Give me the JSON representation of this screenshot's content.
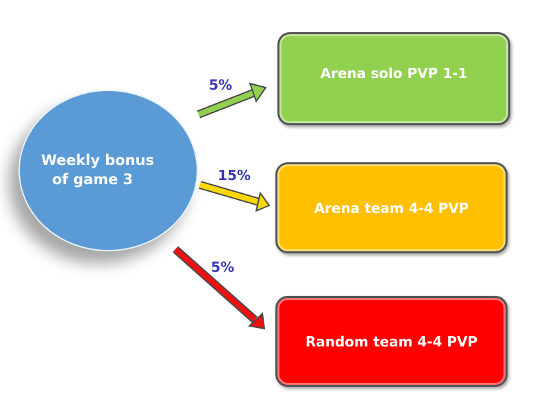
{
  "source": {
    "label_line1": "Weekly bonus",
    "label_line2": "of game 3",
    "color": "#5b9bd5"
  },
  "targets": [
    {
      "label": "Arena solo PVP 1-1",
      "percent": "5%",
      "color": "#92d050"
    },
    {
      "label": "Arena team 4-4 PVP",
      "percent": "15%",
      "color": "#ffc000"
    },
    {
      "label": "Random team 4-4 PVP",
      "percent": "5%",
      "color": "#ff0000"
    }
  ]
}
